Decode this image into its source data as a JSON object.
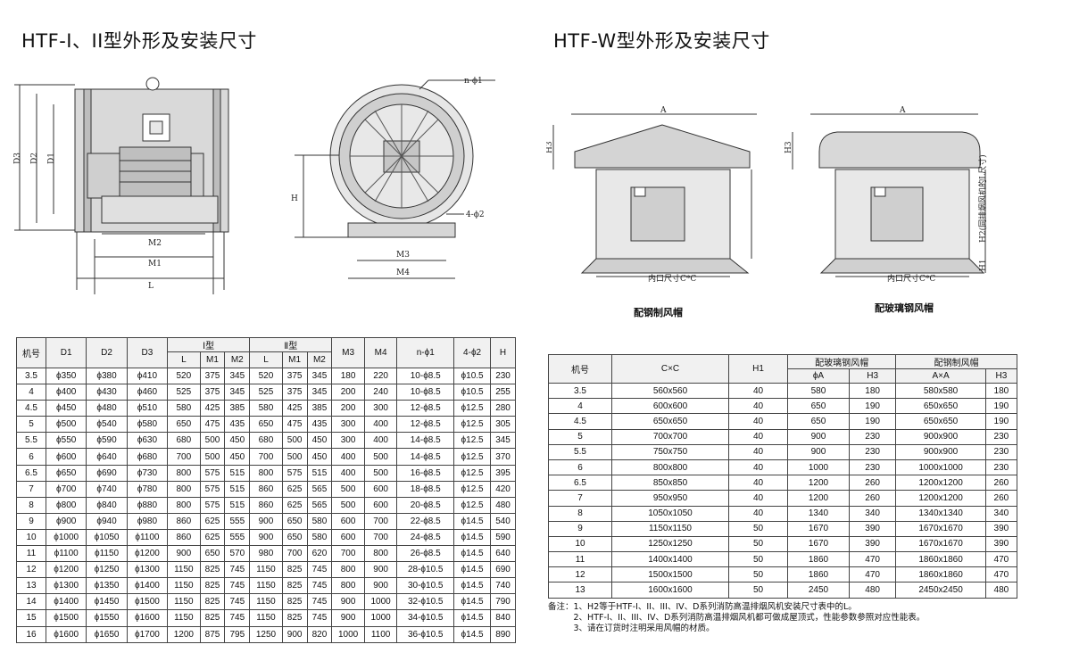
{
  "titles": {
    "left": "HTF-I、II型外形及安装尺寸",
    "right": "HTF-W型外形及安装尺寸"
  },
  "drawing_labels": {
    "d3": "D3",
    "d2": "D2",
    "d1": "D1",
    "m2": "M2",
    "m1": "M1",
    "l": "L",
    "n_phi1": "n-ϕ1",
    "four_phi2": "4-ϕ2",
    "h": "H",
    "m3": "M3",
    "m4": "M4",
    "a": "A",
    "h3": "H3",
    "h1": "H1",
    "h2": "H2(同排烟风机的L尺寸)",
    "inner": "内口尺寸C*C"
  },
  "captions": {
    "steel": "配钢制风帽",
    "frp": "配玻璃钢风帽"
  },
  "table1": {
    "h_model": "机号",
    "h_d1": "D1",
    "h_d2": "D2",
    "h_d3": "D3",
    "h_type1": "Ⅰ型",
    "h_type2": "Ⅱ型",
    "h_l": "L",
    "h_m1": "M1",
    "h_m2": "M2",
    "h_m3": "M3",
    "h_m4": "M4",
    "h_nphi1": "n-ϕ1",
    "h_4phi2": "4-ϕ2",
    "h_h": "H",
    "rows": [
      [
        "3.5",
        "ϕ350",
        "ϕ380",
        "ϕ410",
        "520",
        "375",
        "345",
        "520",
        "375",
        "345",
        "180",
        "220",
        "10-ϕ8.5",
        "ϕ10.5",
        "230"
      ],
      [
        "4",
        "ϕ400",
        "ϕ430",
        "ϕ460",
        "525",
        "375",
        "345",
        "525",
        "375",
        "345",
        "200",
        "240",
        "10-ϕ8.5",
        "ϕ10.5",
        "255"
      ],
      [
        "4.5",
        "ϕ450",
        "ϕ480",
        "ϕ510",
        "580",
        "425",
        "385",
        "580",
        "425",
        "385",
        "200",
        "300",
        "12-ϕ8.5",
        "ϕ12.5",
        "280"
      ],
      [
        "5",
        "ϕ500",
        "ϕ540",
        "ϕ580",
        "650",
        "475",
        "435",
        "650",
        "475",
        "435",
        "300",
        "400",
        "12-ϕ8.5",
        "ϕ12.5",
        "305"
      ],
      [
        "5.5",
        "ϕ550",
        "ϕ590",
        "ϕ630",
        "680",
        "500",
        "450",
        "680",
        "500",
        "450",
        "300",
        "400",
        "14-ϕ8.5",
        "ϕ12.5",
        "345"
      ],
      [
        "6",
        "ϕ600",
        "ϕ640",
        "ϕ680",
        "700",
        "500",
        "450",
        "700",
        "500",
        "450",
        "400",
        "500",
        "14-ϕ8.5",
        "ϕ12.5",
        "370"
      ],
      [
        "6.5",
        "ϕ650",
        "ϕ690",
        "ϕ730",
        "800",
        "575",
        "515",
        "800",
        "575",
        "515",
        "400",
        "500",
        "16-ϕ8.5",
        "ϕ12.5",
        "395"
      ],
      [
        "7",
        "ϕ700",
        "ϕ740",
        "ϕ780",
        "800",
        "575",
        "515",
        "860",
        "625",
        "565",
        "500",
        "600",
        "18-ϕ8.5",
        "ϕ12.5",
        "420"
      ],
      [
        "8",
        "ϕ800",
        "ϕ840",
        "ϕ880",
        "800",
        "575",
        "515",
        "860",
        "625",
        "565",
        "500",
        "600",
        "20-ϕ8.5",
        "ϕ12.5",
        "480"
      ],
      [
        "9",
        "ϕ900",
        "ϕ940",
        "ϕ980",
        "860",
        "625",
        "555",
        "900",
        "650",
        "580",
        "600",
        "700",
        "22-ϕ8.5",
        "ϕ14.5",
        "540"
      ],
      [
        "10",
        "ϕ1000",
        "ϕ1050",
        "ϕ1100",
        "860",
        "625",
        "555",
        "900",
        "650",
        "580",
        "600",
        "700",
        "24-ϕ8.5",
        "ϕ14.5",
        "590"
      ],
      [
        "11",
        "ϕ1100",
        "ϕ1150",
        "ϕ1200",
        "900",
        "650",
        "570",
        "980",
        "700",
        "620",
        "700",
        "800",
        "26-ϕ8.5",
        "ϕ14.5",
        "640"
      ],
      [
        "12",
        "ϕ1200",
        "ϕ1250",
        "ϕ1300",
        "1150",
        "825",
        "745",
        "1150",
        "825",
        "745",
        "800",
        "900",
        "28-ϕ10.5",
        "ϕ14.5",
        "690"
      ],
      [
        "13",
        "ϕ1300",
        "ϕ1350",
        "ϕ1400",
        "1150",
        "825",
        "745",
        "1150",
        "825",
        "745",
        "800",
        "900",
        "30-ϕ10.5",
        "ϕ14.5",
        "740"
      ],
      [
        "14",
        "ϕ1400",
        "ϕ1450",
        "ϕ1500",
        "1150",
        "825",
        "745",
        "1150",
        "825",
        "745",
        "900",
        "1000",
        "32-ϕ10.5",
        "ϕ14.5",
        "790"
      ],
      [
        "15",
        "ϕ1500",
        "ϕ1550",
        "ϕ1600",
        "1150",
        "825",
        "745",
        "1150",
        "825",
        "745",
        "900",
        "1000",
        "34-ϕ10.5",
        "ϕ14.5",
        "840"
      ],
      [
        "16",
        "ϕ1600",
        "ϕ1650",
        "ϕ1700",
        "1200",
        "875",
        "795",
        "1250",
        "900",
        "820",
        "1000",
        "1100",
        "36-ϕ10.5",
        "ϕ14.5",
        "890"
      ]
    ]
  },
  "table2": {
    "h_model": "机号",
    "h_cxc": "C×C",
    "h_h1": "H1",
    "h_frp": "配玻璃钢风帽",
    "h_steel": "配钢制风帽",
    "h_phia": "ϕA",
    "h_h3a": "H3",
    "h_axa": "A×A",
    "h_h3b": "H3",
    "rows": [
      [
        "3.5",
        "560x560",
        "40",
        "580",
        "180",
        "580x580",
        "180"
      ],
      [
        "4",
        "600x600",
        "40",
        "650",
        "190",
        "650x650",
        "190"
      ],
      [
        "4.5",
        "650x650",
        "40",
        "650",
        "190",
        "650x650",
        "190"
      ],
      [
        "5",
        "700x700",
        "40",
        "900",
        "230",
        "900x900",
        "230"
      ],
      [
        "5.5",
        "750x750",
        "40",
        "900",
        "230",
        "900x900",
        "230"
      ],
      [
        "6",
        "800x800",
        "40",
        "1000",
        "230",
        "1000x1000",
        "230"
      ],
      [
        "6.5",
        "850x850",
        "40",
        "1200",
        "260",
        "1200x1200",
        "260"
      ],
      [
        "7",
        "950x950",
        "40",
        "1200",
        "260",
        "1200x1200",
        "260"
      ],
      [
        "8",
        "1050x1050",
        "40",
        "1340",
        "340",
        "1340x1340",
        "340"
      ],
      [
        "9",
        "1150x1150",
        "50",
        "1670",
        "390",
        "1670x1670",
        "390"
      ],
      [
        "10",
        "1250x1250",
        "50",
        "1670",
        "390",
        "1670x1670",
        "390"
      ],
      [
        "11",
        "1400x1400",
        "50",
        "1860",
        "470",
        "1860x1860",
        "470"
      ],
      [
        "12",
        "1500x1500",
        "50",
        "1860",
        "470",
        "1860x1860",
        "470"
      ],
      [
        "13",
        "1600x1600",
        "50",
        "2450",
        "480",
        "2450x2450",
        "480"
      ]
    ]
  },
  "notes": [
    "备注：1、H2等于HTF-I、II、III、IV、D系列消防高温排烟风机安装尺寸表中的L。",
    "　　　2、HTF-I、II、III、IV、D系列消防高温排烟风机都可做成屋顶式，性能参数参照对应性能表。",
    "　　　3、请在订货时注明采用风帽的材质。"
  ]
}
